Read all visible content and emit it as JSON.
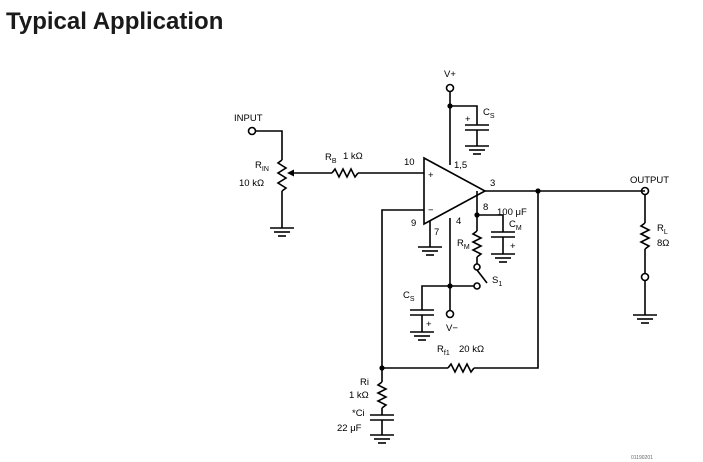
{
  "heading": "Typical Application",
  "labels": {
    "input": "INPUT",
    "output": "OUTPUT",
    "vplus": "V+",
    "vminus": "V−",
    "cs_top": "C",
    "cs_top_sub": "S",
    "cs_bot": "C",
    "cs_bot_sub": "S",
    "rin": "R",
    "rin_sub": "IN",
    "rin_val": "10 kΩ",
    "rb": "R",
    "rb_sub": "B",
    "rb_val": "1 kΩ",
    "pin10": "10",
    "pin15": "1,5",
    "pin3": "3",
    "pin9": "9",
    "pin7": "7",
    "pin4": "4",
    "pin8": "8",
    "plus": "+",
    "minus": "−",
    "cm_val": "100 μF",
    "cm": "C",
    "cm_sub": "M",
    "rm": "R",
    "rm_sub": "M",
    "s1": "S",
    "s1_sub": "1",
    "rl": "R",
    "rl_sub": "L",
    "rl_val": "8Ω",
    "rf1": "R",
    "rf1_sub": "f1",
    "rf1_val": "20 kΩ",
    "ri": "Ri",
    "ri_val": "1 kΩ",
    "ci": "*Ci",
    "ci_val": "22 μF",
    "figcode": "01190201"
  }
}
